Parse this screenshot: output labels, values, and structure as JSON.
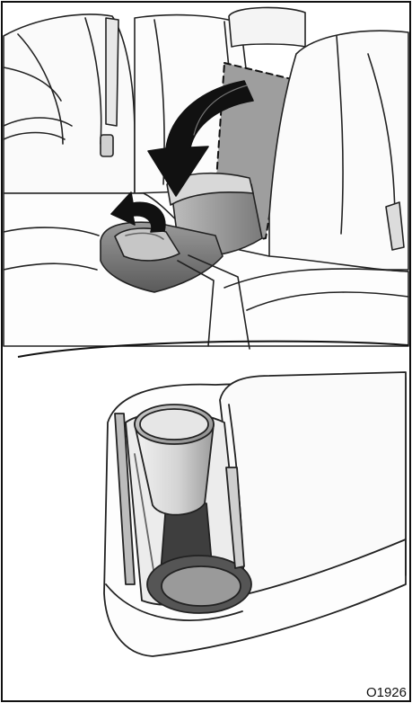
{
  "figure": {
    "code": "O1926",
    "top_panel": {
      "depicts": "rear-seat-armrest-folding-down"
    },
    "bottom_panel": {
      "depicts": "cup-holder-close-up"
    }
  }
}
